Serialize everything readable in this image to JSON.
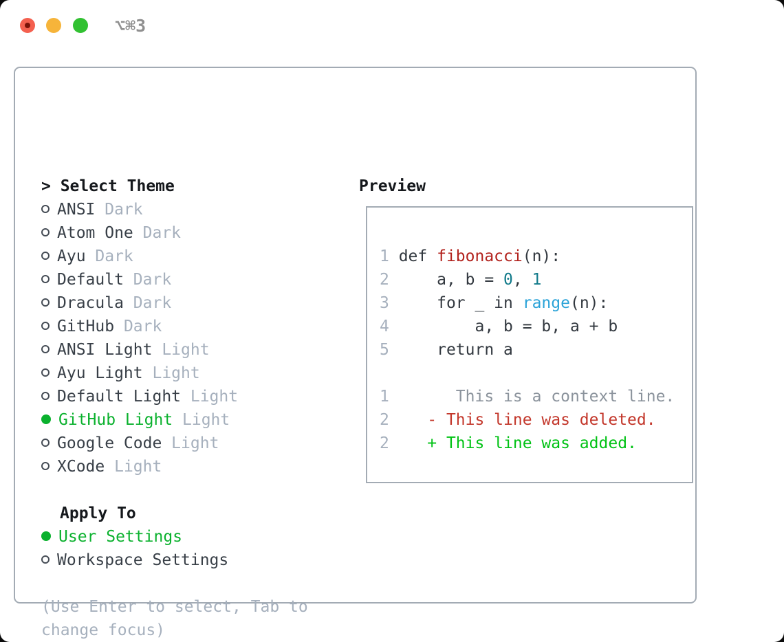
{
  "window": {
    "title": "⌥⌘3",
    "traffic_lights": [
      "close",
      "minimize",
      "maximize"
    ]
  },
  "theme_panel": {
    "prompt": ">",
    "title": "Select Theme",
    "themes": [
      {
        "name": "ANSI",
        "variant": "Dark",
        "selected": false
      },
      {
        "name": "Atom One",
        "variant": "Dark",
        "selected": false
      },
      {
        "name": "Ayu",
        "variant": "Dark",
        "selected": false
      },
      {
        "name": "Default",
        "variant": "Dark",
        "selected": false
      },
      {
        "name": "Dracula",
        "variant": "Dark",
        "selected": false
      },
      {
        "name": "GitHub",
        "variant": "Dark",
        "selected": false
      },
      {
        "name": "ANSI Light",
        "variant": "Light",
        "selected": false
      },
      {
        "name": "Ayu Light",
        "variant": "Light",
        "selected": false
      },
      {
        "name": "Default Light",
        "variant": "Light",
        "selected": false
      },
      {
        "name": "GitHub Light",
        "variant": "Light",
        "selected": true
      },
      {
        "name": "Google Code",
        "variant": "Light",
        "selected": false
      },
      {
        "name": "XCode",
        "variant": "Light",
        "selected": false
      }
    ],
    "apply_to": {
      "title": "Apply To",
      "options": [
        {
          "label": "User Settings",
          "selected": true
        },
        {
          "label": "Workspace Settings",
          "selected": false
        }
      ]
    },
    "hint_lines": [
      "(Use Enter to select, Tab to",
      "change focus)"
    ]
  },
  "preview": {
    "title": "Preview",
    "code_lines": [
      {
        "tokens": [
          {
            "t": "1 ",
            "c": "ln"
          },
          {
            "t": "def ",
            "c": "code"
          },
          {
            "t": "fibonacci",
            "c": "fname"
          },
          {
            "t": "(n):",
            "c": "code"
          }
        ]
      },
      {
        "tokens": [
          {
            "t": "2 ",
            "c": "ln"
          },
          {
            "t": "    a, b = ",
            "c": "code"
          },
          {
            "t": "0",
            "c": "num"
          },
          {
            "t": ", ",
            "c": "code"
          },
          {
            "t": "1",
            "c": "num"
          }
        ]
      },
      {
        "tokens": [
          {
            "t": "3 ",
            "c": "ln"
          },
          {
            "t": "    for _ in ",
            "c": "code"
          },
          {
            "t": "range",
            "c": "builtin"
          },
          {
            "t": "(n):",
            "c": "code"
          }
        ]
      },
      {
        "tokens": [
          {
            "t": "4 ",
            "c": "ln"
          },
          {
            "t": "        a, b = b, a + b",
            "c": "code"
          }
        ]
      },
      {
        "tokens": [
          {
            "t": "5 ",
            "c": "ln"
          },
          {
            "t": "    return a",
            "c": "code"
          }
        ]
      }
    ],
    "diff_lines": [
      {
        "tokens": [
          {
            "t": "1 ",
            "c": "ln"
          },
          {
            "t": "      This is a context line.",
            "c": "ctx"
          }
        ]
      },
      {
        "tokens": [
          {
            "t": "2 ",
            "c": "ln"
          },
          {
            "t": "   - This line was deleted.",
            "c": "del"
          }
        ]
      },
      {
        "tokens": [
          {
            "t": "2 ",
            "c": "ln"
          },
          {
            "t": "   + This line was added.",
            "c": "add"
          }
        ]
      }
    ]
  },
  "colors": {
    "selection_green": "#0bb12e",
    "added_green": "#00c214",
    "deleted_red": "#c3372b",
    "context_gray": "#8b939c",
    "line_number_gray": "#a6b0bd",
    "code_dark": "#32383f",
    "function_red": "#b2221d",
    "number_teal": "#117a8a",
    "builtin_blue": "#2ba3d8",
    "muted_gray": "#a6b0bd",
    "text_dark": "#383f47",
    "heading_black": "#15181c",
    "border_gray": "#a3abb4",
    "traffic_red": "#f4604f",
    "traffic_red_dot": "#7b1208",
    "traffic_yellow": "#f6b43a",
    "traffic_green": "#32c132",
    "title_gray": "#8f8f8f"
  }
}
